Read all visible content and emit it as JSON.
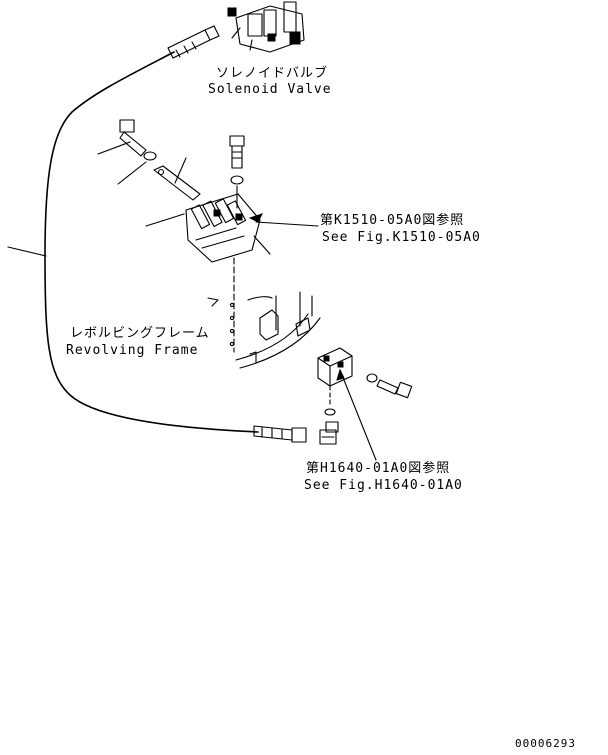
{
  "labels": {
    "solenoid_valve_jp": "ソレノイドバルブ",
    "solenoid_valve_en": "Solenoid Valve",
    "ref_k1510_jp": "第K1510-05A0図参照",
    "ref_k1510_en": "See Fig.K1510-05A0",
    "revolving_frame_jp": "レボルビングフレーム",
    "revolving_frame_en": "Revolving Frame",
    "ref_h1640_jp": "第H1640-01A0図参照",
    "ref_h1640_en": "See Fig.H1640-01A0",
    "drawing_number": "00006293"
  }
}
